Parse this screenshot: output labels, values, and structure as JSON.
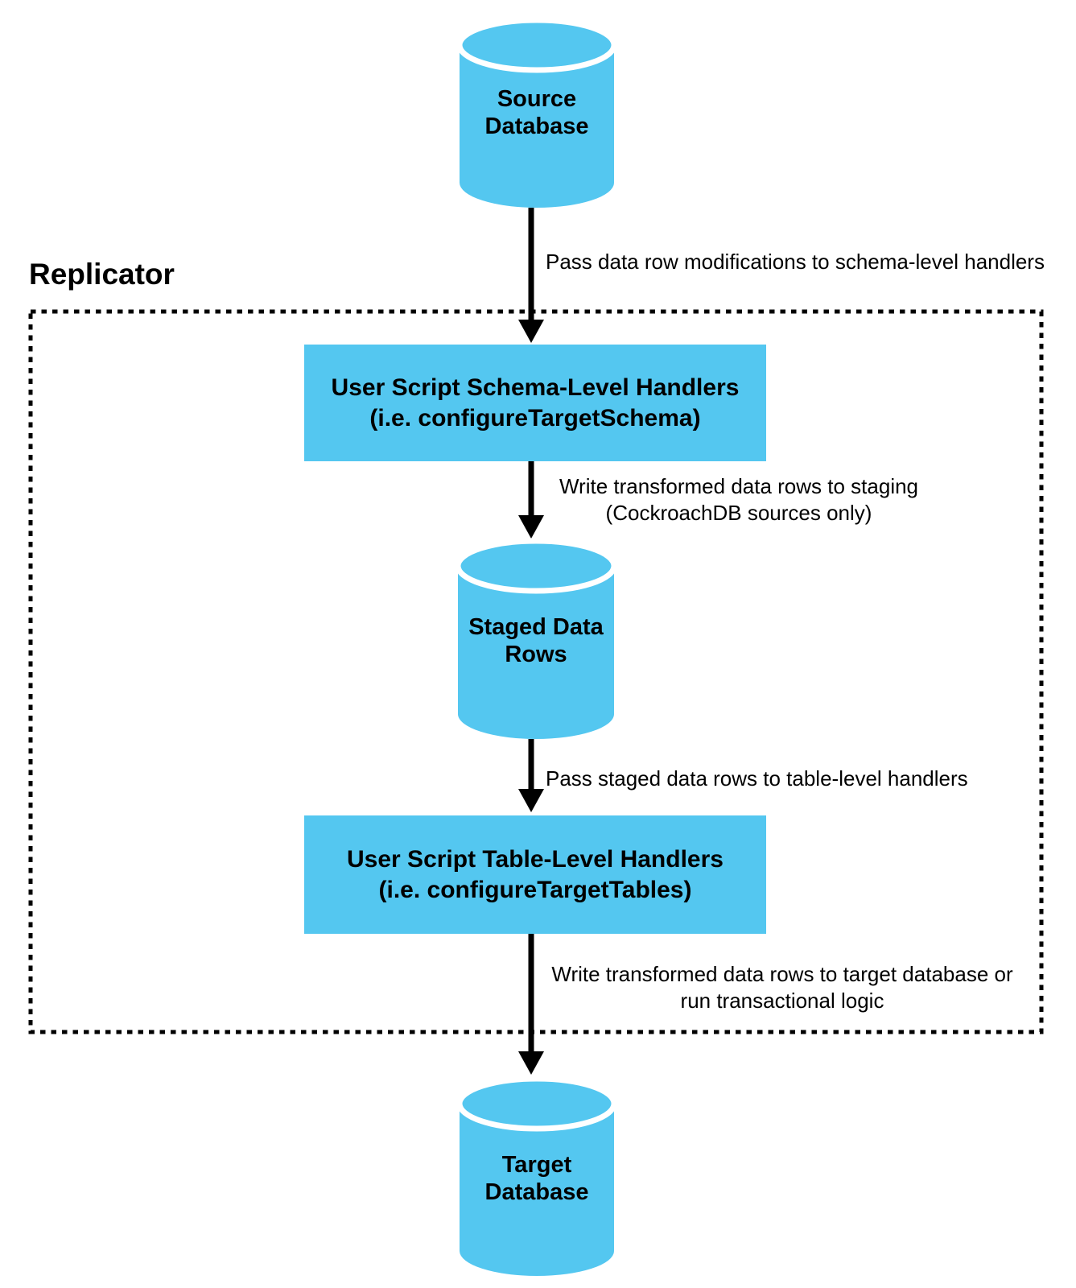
{
  "diagram": {
    "group_title": "Replicator",
    "colors": {
      "node_fill": "#54C7F0",
      "line_color": "#000000"
    },
    "nodes": {
      "source_db": {
        "type": "database-cylinder",
        "label": "Source\nDatabase"
      },
      "schema_handlers": {
        "type": "process-box",
        "label": "User Script Schema-Level Handlers\n(i.e. configureTargetSchema)"
      },
      "staged_rows": {
        "type": "database-cylinder",
        "label": "Staged Data\nRows"
      },
      "table_handlers": {
        "type": "process-box",
        "label": "User Script Table-Level Handlers\n(i.e. configureTargetTables)"
      },
      "target_db": {
        "type": "database-cylinder",
        "label": "Target\nDatabase"
      }
    },
    "edges": {
      "source_to_schema": {
        "label": "Pass data row modifications to schema-level handlers"
      },
      "schema_to_staged": {
        "label": "Write transformed data rows to staging\n(CockroachDB sources only)"
      },
      "staged_to_table": {
        "label": "Pass staged data rows to table-level handlers"
      },
      "table_to_target": {
        "label": "Write transformed data rows to target database or\nrun transactional logic"
      }
    }
  }
}
